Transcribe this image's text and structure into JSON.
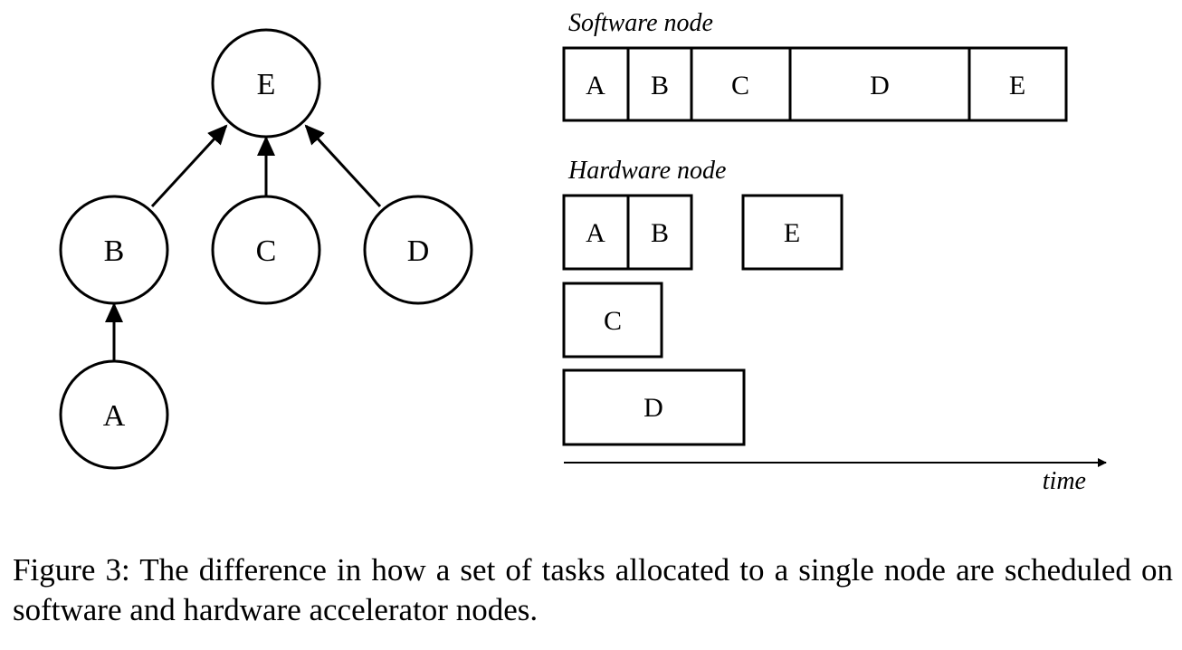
{
  "graph": {
    "nodes": [
      {
        "id": "E",
        "label": "E"
      },
      {
        "id": "B",
        "label": "B"
      },
      {
        "id": "C",
        "label": "C"
      },
      {
        "id": "D",
        "label": "D"
      },
      {
        "id": "A",
        "label": "A"
      }
    ],
    "edges": [
      {
        "from": "A",
        "to": "B"
      },
      {
        "from": "B",
        "to": "E"
      },
      {
        "from": "C",
        "to": "E"
      },
      {
        "from": "D",
        "to": "E"
      }
    ]
  },
  "software_node": {
    "title": "Software node",
    "tasks": [
      "A",
      "B",
      "C",
      "D",
      "E"
    ]
  },
  "hardware_node": {
    "title": "Hardware node",
    "tasks": [
      "A",
      "B",
      "E",
      "C",
      "D"
    ]
  },
  "axis": {
    "label": "time"
  },
  "caption": "Figure 3: The difference in how a set of tasks allocated to a single node are scheduled on software and hardware accelerator nodes."
}
